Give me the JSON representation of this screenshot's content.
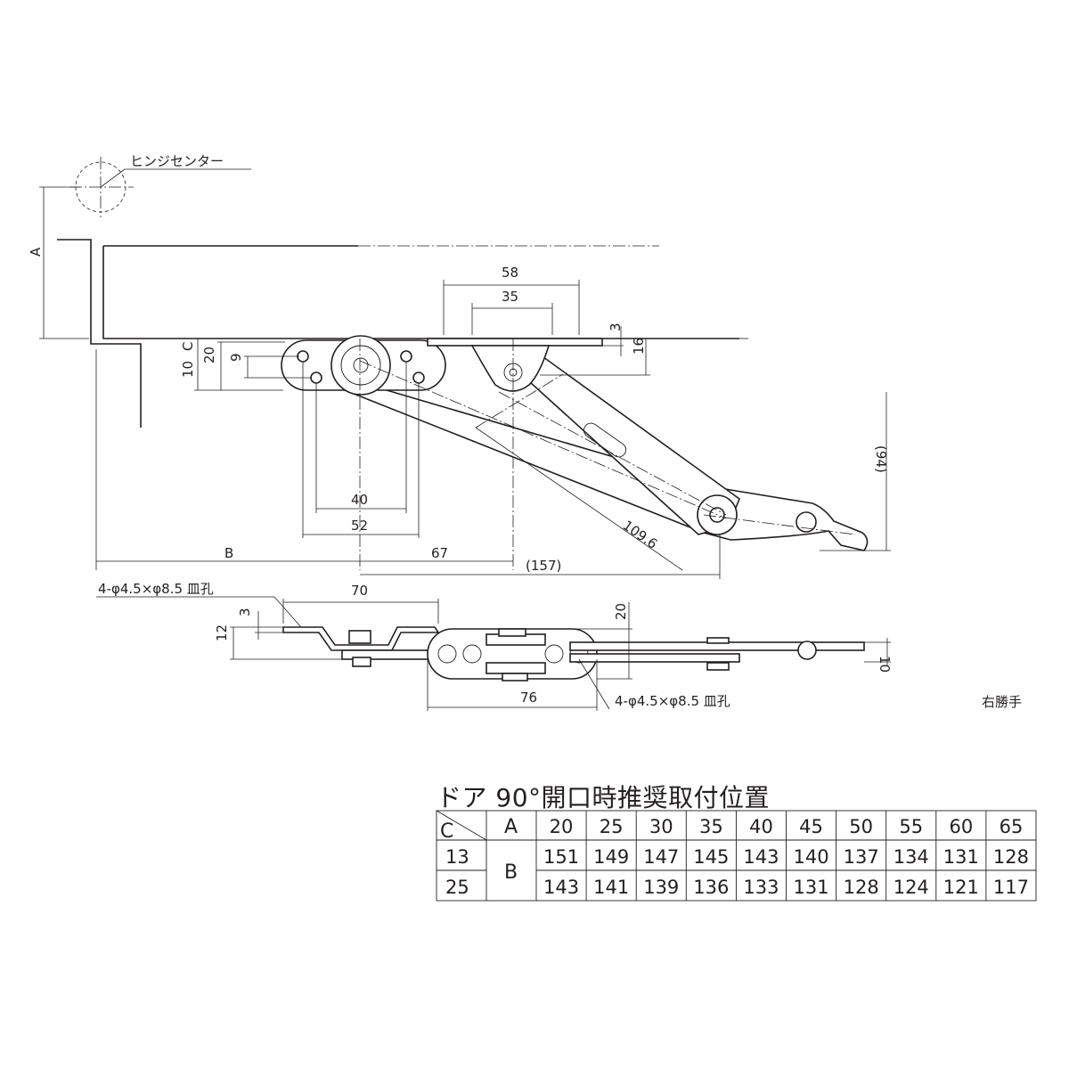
{
  "drawing": {
    "hinge_center_label": "ヒンジセンター",
    "dims": {
      "A": "A",
      "B": "B",
      "C": "C",
      "d58": "58",
      "d35": "35",
      "d3": "3",
      "d16": "16",
      "d20": "20",
      "d9": "9",
      "d10": "10",
      "d94": "(94)",
      "d40": "40",
      "d52": "52",
      "d67": "67",
      "d157": "(157)",
      "d109": "109.6",
      "d70": "70",
      "d3b": "3",
      "d12": "12",
      "d20b": "20",
      "d10b": "10",
      "d76": "76"
    },
    "hole_note_top": "4-φ4.5×φ8.5 皿孔",
    "hole_note_bottom": "4-φ4.5×φ8.5 皿孔",
    "hand_label": "右勝手"
  },
  "table": {
    "title": "ドア 90°開口時推奨取付位置",
    "c_header": "C",
    "a_header": "A",
    "b_label": "B",
    "a_values": [
      "20",
      "25",
      "30",
      "35",
      "40",
      "45",
      "50",
      "55",
      "60",
      "65"
    ],
    "rows": [
      {
        "c": "13",
        "b": [
          "151",
          "149",
          "147",
          "145",
          "143",
          "140",
          "137",
          "134",
          "131",
          "128"
        ]
      },
      {
        "c": "25",
        "b": [
          "143",
          "141",
          "139",
          "136",
          "133",
          "131",
          "128",
          "124",
          "121",
          "117"
        ]
      }
    ]
  }
}
